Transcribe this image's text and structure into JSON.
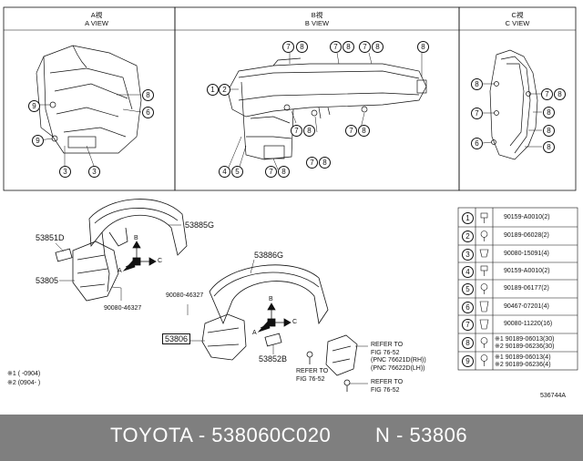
{
  "views": [
    {
      "jp": "A視",
      "en": "A VIEW"
    },
    {
      "jp": "B視",
      "en": "B VIEW"
    },
    {
      "jp": "C視",
      "en": "C VIEW"
    }
  ],
  "callouts": {
    "a": [
      "9",
      "8",
      "6",
      "9",
      "3",
      "3"
    ],
    "b": [
      "7",
      "8",
      "7",
      "8",
      "7",
      "8",
      "8",
      "1",
      "2",
      "7",
      "8",
      "7",
      "8",
      "7",
      "8",
      "4",
      "5",
      "7",
      "8"
    ],
    "c": [
      "8",
      "7",
      "8",
      "8",
      "7",
      "8",
      "6",
      "8"
    ]
  },
  "part_labels": {
    "p53885g": "53885G",
    "p53851d": "53851D",
    "p53805": "53805",
    "p90080_left": "90080-46327",
    "p53886g": "53886G",
    "p90080_mid": "90080-46327",
    "p53806": "53806",
    "p53852b": "53852B"
  },
  "arrows": {
    "a": "A",
    "b": "B",
    "c": "C"
  },
  "refer": {
    "left_line1": "REFER TO",
    "left_line2": "FIG 76-52",
    "right_top_line1": "REFER TO",
    "right_top_line2": "FIG 76-52",
    "right_top_line3": "(PNC 76621D(RH))",
    "right_top_line4": "(PNC 76622D(LH))",
    "right_bot_line1": "REFER TO",
    "right_bot_line2": "FIG 76-52"
  },
  "notes": {
    "note1": "※1 (    -0904)",
    "note2": "※2 (0904-    )"
  },
  "parts_table": [
    {
      "num": "1",
      "part": "90159-A0010(2)"
    },
    {
      "num": "2",
      "part": "90189-06028(2)"
    },
    {
      "num": "3",
      "part": "90080-15091(4)"
    },
    {
      "num": "4",
      "part": "90159-A0010(2)"
    },
    {
      "num": "5",
      "part": "90189-06177(2)"
    },
    {
      "num": "6",
      "part": "90467-07201(4)"
    },
    {
      "num": "7",
      "part": "90080-11220(16)"
    },
    {
      "num": "8",
      "part": "※1 90189-06013(30)",
      "part2": "※2 90189-06236(30)"
    },
    {
      "num": "9",
      "part": "※1 90189-06013(4)",
      "part2": "※2 90189-06236(4)"
    }
  ],
  "figure_code": "536744A",
  "footer": {
    "left": "TOYOTA - 538060C020",
    "right": "N - 53806"
  },
  "colors": {
    "footer_bg": "#7f7f7f",
    "line": "#111111"
  }
}
